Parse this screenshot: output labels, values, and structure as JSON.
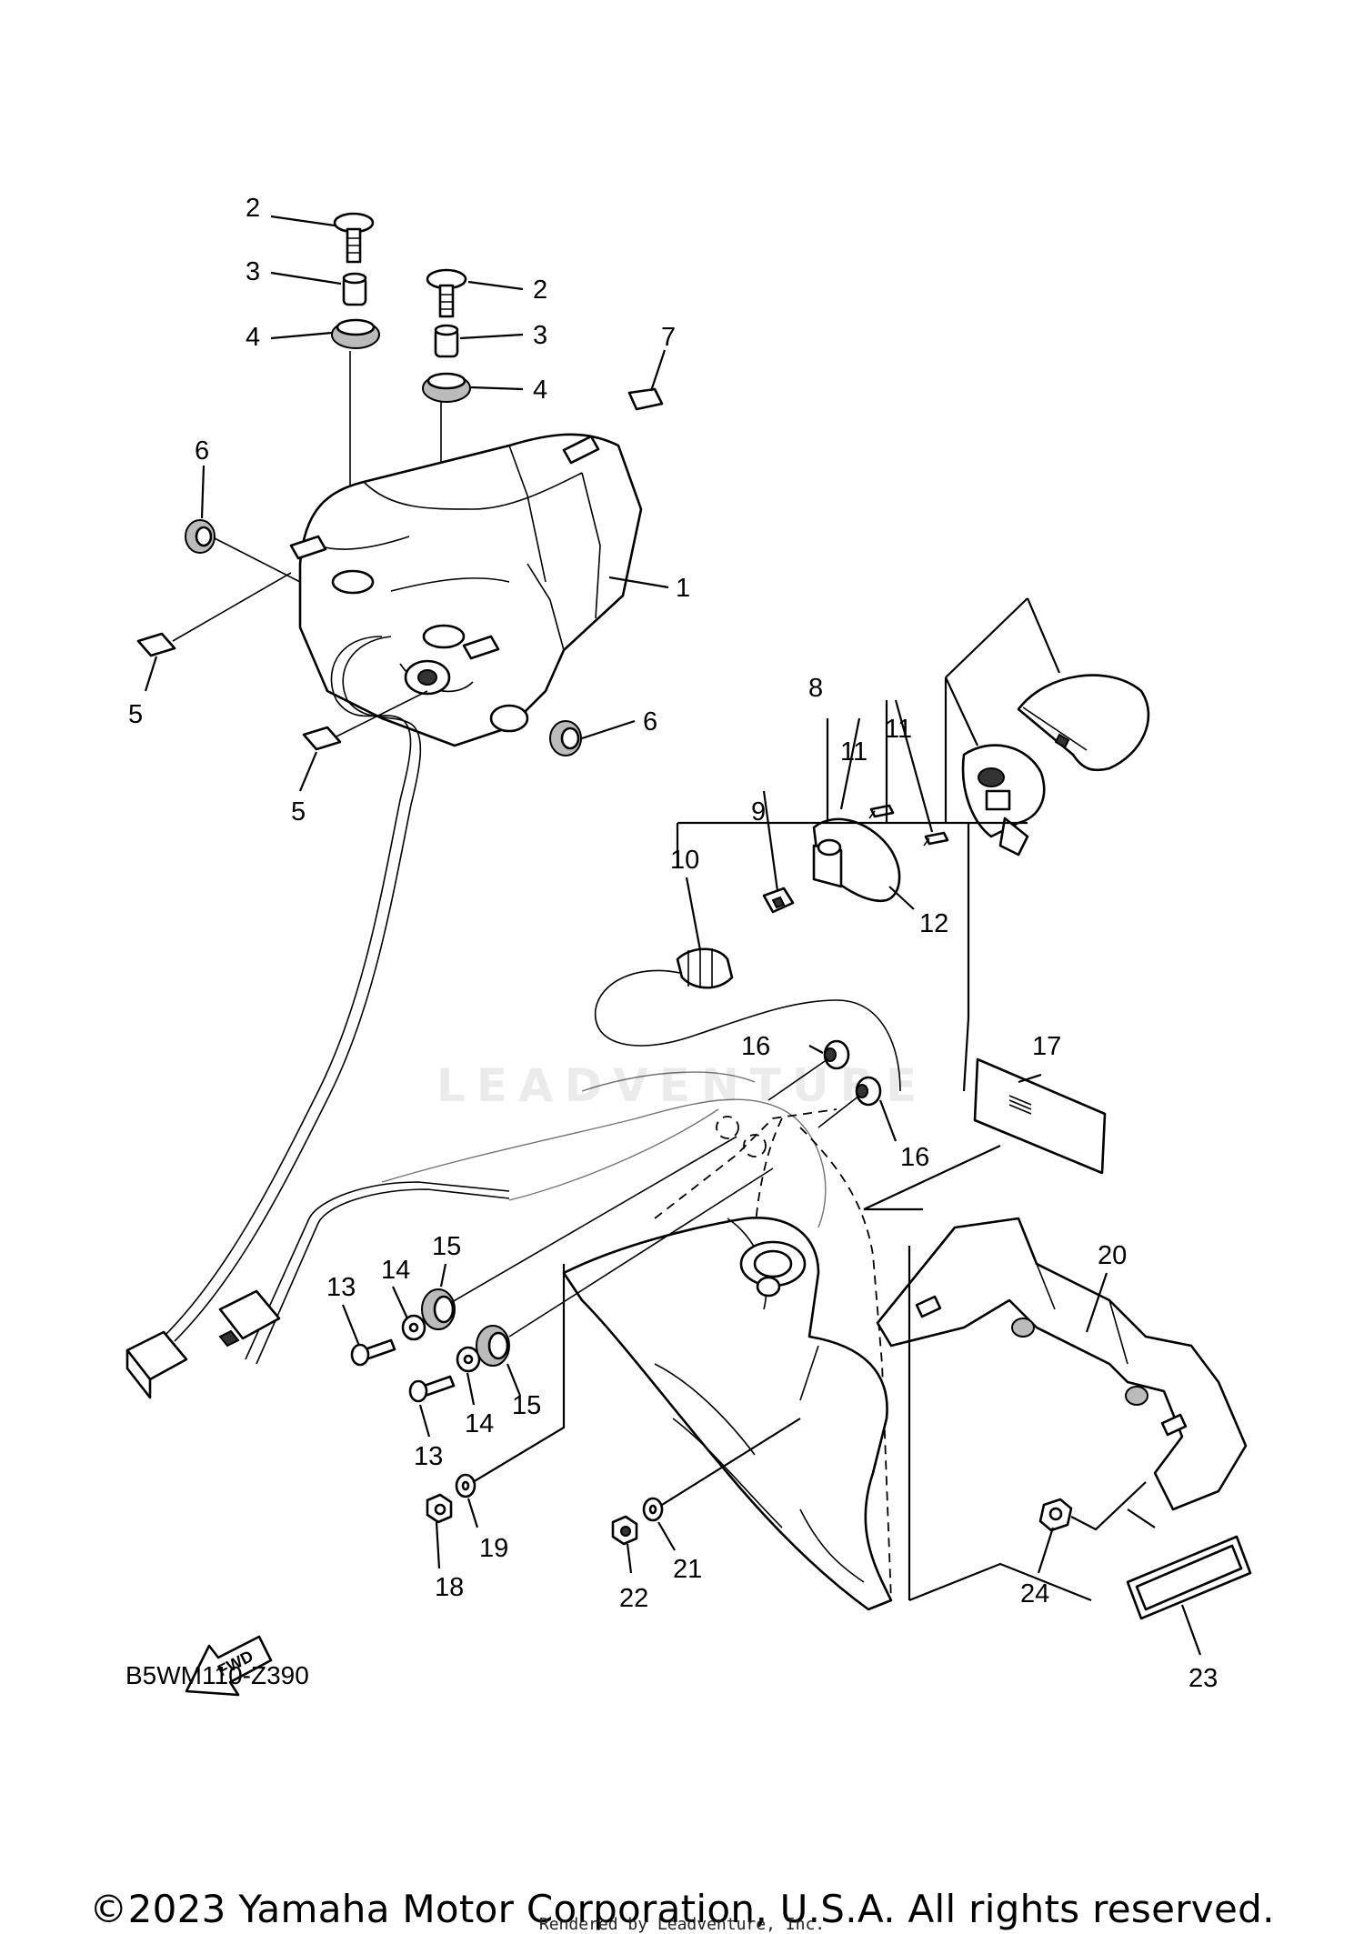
{
  "diagram": {
    "code": "B5WM110-Z390",
    "fwd_label": "FWD",
    "watermark": "LEADVENTURE",
    "copyright": "©2023 Yamaha Motor Corporation, U.S.A. All rights reserved.",
    "rendered_by": "Rendered by Leadventure, Inc."
  },
  "callouts": [
    {
      "id": "c-2a",
      "text": "2"
    },
    {
      "id": "c-3a",
      "text": "3"
    },
    {
      "id": "c-4a",
      "text": "4"
    },
    {
      "id": "c-2b",
      "text": "2"
    },
    {
      "id": "c-3b",
      "text": "3"
    },
    {
      "id": "c-4b",
      "text": "4"
    },
    {
      "id": "c-7",
      "text": "7"
    },
    {
      "id": "c-6a",
      "text": "6"
    },
    {
      "id": "c-1",
      "text": "1"
    },
    {
      "id": "c-5a",
      "text": "5"
    },
    {
      "id": "c-6b",
      "text": "6"
    },
    {
      "id": "c-5b",
      "text": "5"
    },
    {
      "id": "c-8",
      "text": "8"
    },
    {
      "id": "c-11a",
      "text": "11"
    },
    {
      "id": "c-11b",
      "text": "11"
    },
    {
      "id": "c-9",
      "text": "9"
    },
    {
      "id": "c-10",
      "text": "10"
    },
    {
      "id": "c-12",
      "text": "12"
    },
    {
      "id": "c-16a",
      "text": "16"
    },
    {
      "id": "c-17",
      "text": "17"
    },
    {
      "id": "c-16b",
      "text": "16"
    },
    {
      "id": "c-15a",
      "text": "15"
    },
    {
      "id": "c-14a",
      "text": "14"
    },
    {
      "id": "c-13a",
      "text": "13"
    },
    {
      "id": "c-20",
      "text": "20"
    },
    {
      "id": "c-14b",
      "text": "14"
    },
    {
      "id": "c-15b",
      "text": "15"
    },
    {
      "id": "c-13b",
      "text": "13"
    },
    {
      "id": "c-18",
      "text": "18"
    },
    {
      "id": "c-19",
      "text": "19"
    },
    {
      "id": "c-21",
      "text": "21"
    },
    {
      "id": "c-22",
      "text": "22"
    },
    {
      "id": "c-24",
      "text": "24"
    },
    {
      "id": "c-23",
      "text": "23"
    }
  ]
}
